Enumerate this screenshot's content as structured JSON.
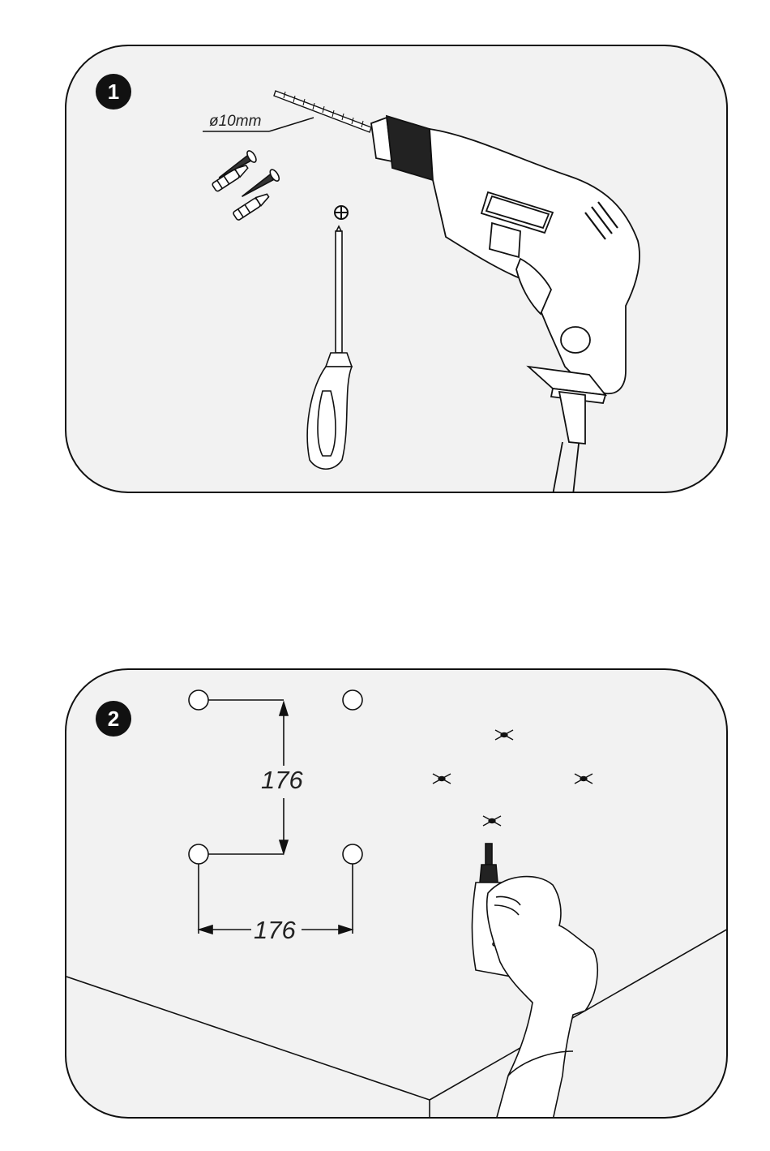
{
  "step1": {
    "number": "1",
    "drill_bit_label": "ø10mm"
  },
  "step2": {
    "number": "2",
    "dim_vertical": "176",
    "dim_horizontal": "176"
  }
}
